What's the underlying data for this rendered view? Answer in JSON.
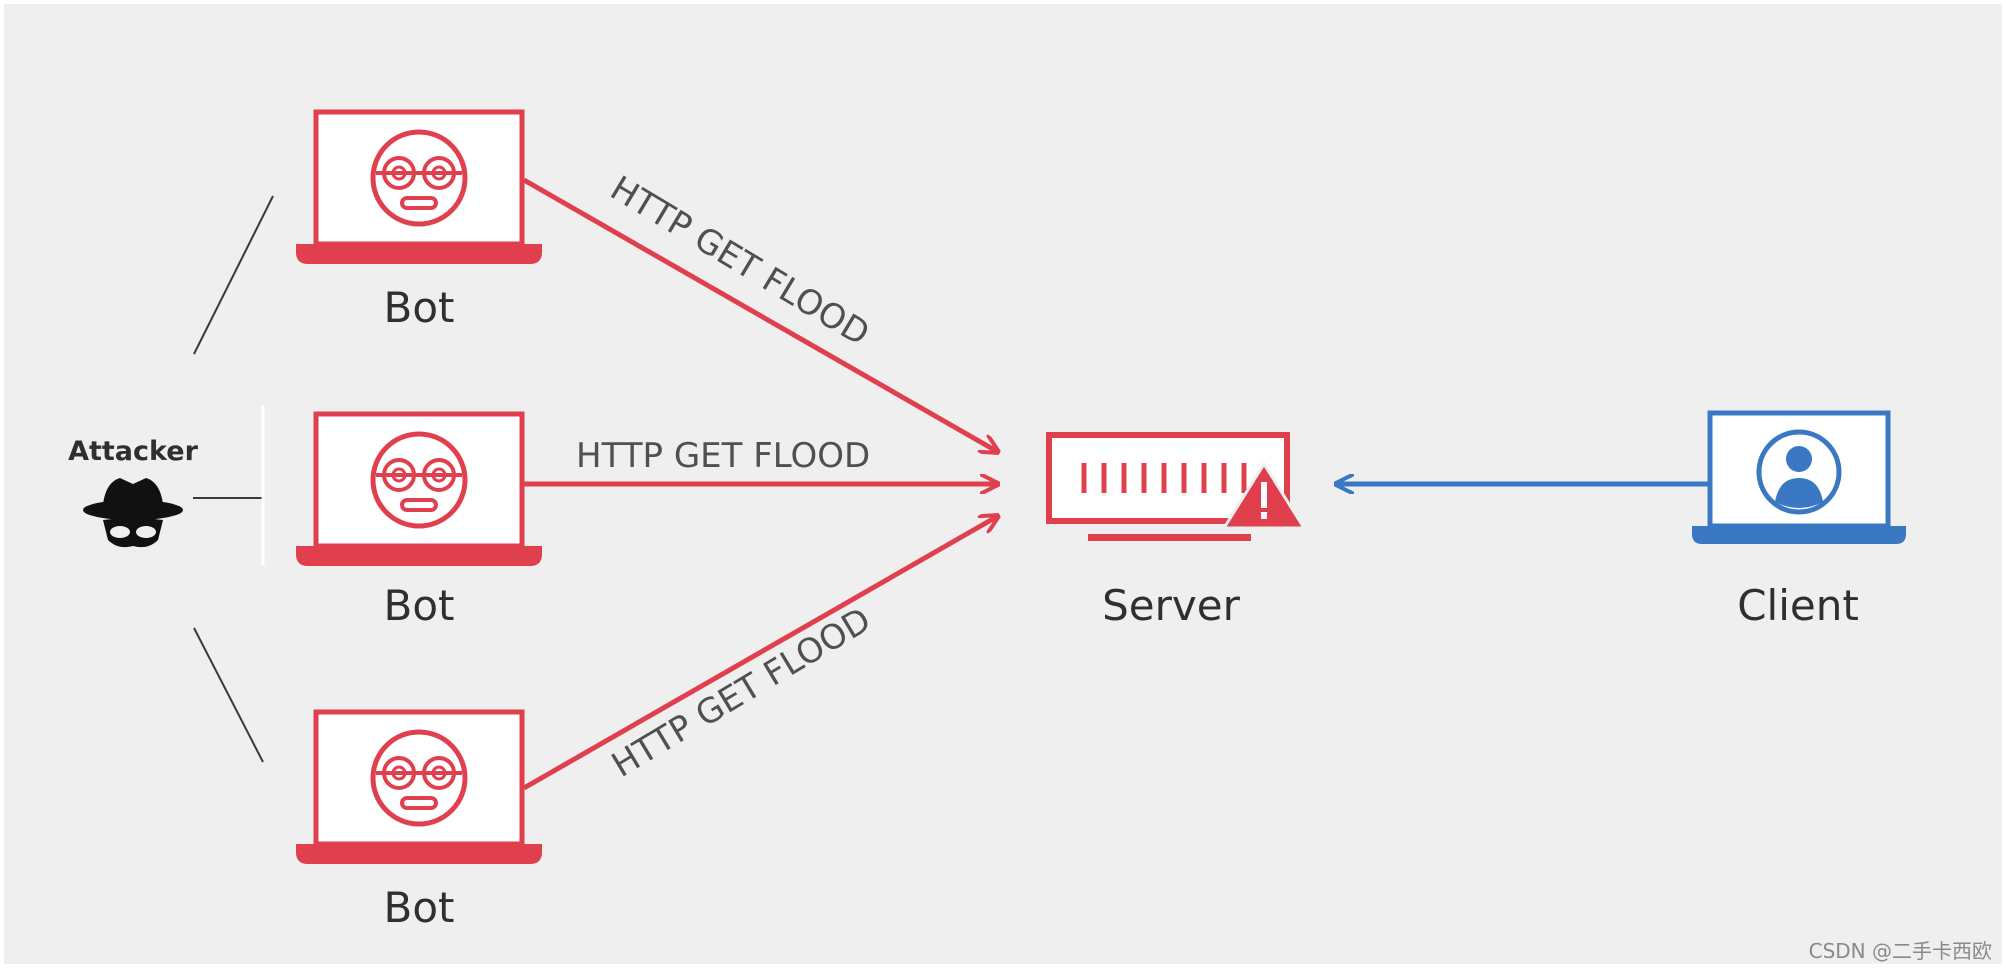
{
  "attacker": {
    "label": "Attacker",
    "icon": "spy-icon"
  },
  "bots": [
    {
      "label": "Bot",
      "icon": "robot-icon"
    },
    {
      "label": "Bot",
      "icon": "robot-icon"
    },
    {
      "label": "Bot",
      "icon": "robot-icon"
    }
  ],
  "flows": [
    {
      "label": "HTTP GET FLOOD"
    },
    {
      "label": "HTTP GET FLOOD"
    },
    {
      "label": "HTTP GET FLOOD"
    }
  ],
  "server": {
    "label": "Server",
    "icon": "server-alert-icon"
  },
  "client": {
    "label": "Client",
    "icon": "user-icon"
  },
  "watermark": "CSDN @二手卡西欧",
  "colors": {
    "attack": "#e0404e",
    "client": "#3a78c4",
    "background": "#efefef",
    "text": "#2f2f2f"
  }
}
